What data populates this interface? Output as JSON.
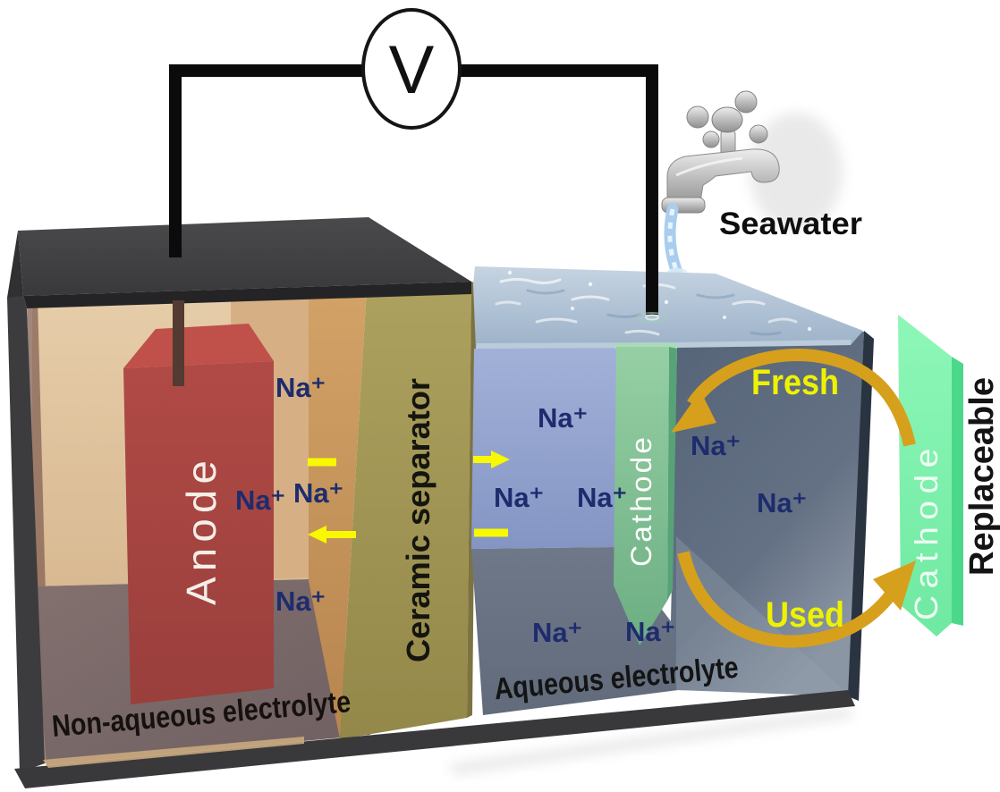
{
  "figure": {
    "voltmeter_label": "V",
    "seawater_label": "Seawater",
    "anode_label": "Anode",
    "separator_label": "Ceramic separator",
    "cathode_label": "Cathode",
    "replaceable_cathode_label": "Cathode",
    "replaceable_label": "Replaceable",
    "fresh_label": "Fresh",
    "used_label": "Used",
    "non_aqueous_label": "Non-aqueous electrolyte",
    "aqueous_label": "Aqueous electrolyte",
    "ion_label": "Na⁺"
  },
  "colors": {
    "anode_red": "#a84643",
    "separator_olive": "#a69a59",
    "cathode_green": "#7fc193",
    "replaceable_cathode_green": "#7df2ac",
    "non_aqueous_wall_tan": "#dfc29c",
    "aqueous_wall_blue": "#8b9cca",
    "box_front_slate": "#5f6d83",
    "lid_gray": "#3e3e40",
    "arrow_gold": "#d6a01d",
    "arrow_yellow": "#f8f800",
    "highlight_yellow": "#eef200",
    "ion_navy": "#1e2c6e",
    "wire_black": "#0b0b0b"
  }
}
